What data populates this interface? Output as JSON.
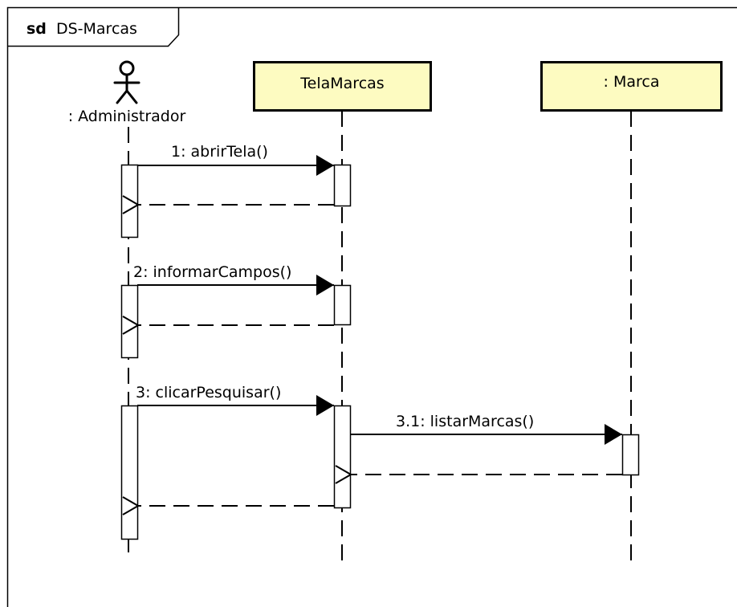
{
  "frame": {
    "keyword": "sd",
    "name": "DS-Marcas"
  },
  "participants": [
    {
      "label": ": Administrador",
      "kind": "actor"
    },
    {
      "label": "TelaMarcas",
      "kind": "object"
    },
    {
      "label": ": Marca",
      "kind": "object"
    }
  ],
  "messages": [
    {
      "label": "1: abrirTela()",
      "kind": "call"
    },
    {
      "label": "",
      "kind": "return"
    },
    {
      "label": "2: informarCampos()",
      "kind": "call"
    },
    {
      "label": "",
      "kind": "return"
    },
    {
      "label": "3: clicarPesquisar()",
      "kind": "call"
    },
    {
      "label": "3.1: listarMarcas()",
      "kind": "call"
    },
    {
      "label": "",
      "kind": "return"
    },
    {
      "label": "",
      "kind": "return"
    }
  ],
  "colors": {
    "object_fill": "#fdfbc1",
    "stroke": "#000000",
    "background": "#ffffff"
  }
}
